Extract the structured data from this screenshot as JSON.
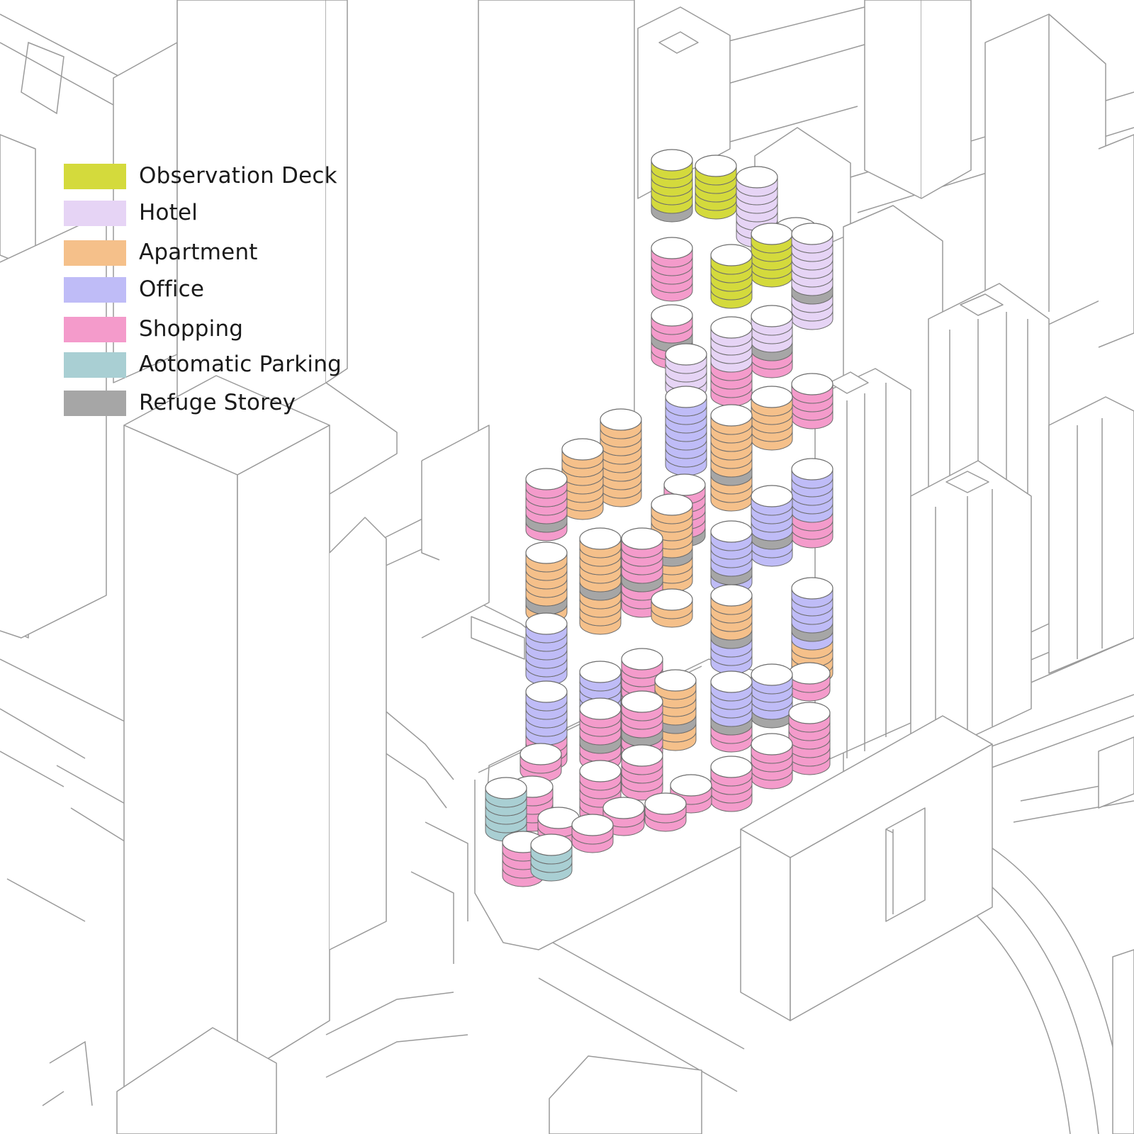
{
  "legend": {
    "items": [
      {
        "label": "Observation Deck",
        "color": "#d4da3c"
      },
      {
        "label": "Hotel",
        "color": "#e6d4f5"
      },
      {
        "label": "Apartment",
        "color": "#f5c08a"
      },
      {
        "label": "Office",
        "color": "#bfbcf7"
      },
      {
        "label": "Shopping",
        "color": "#f49bcb"
      },
      {
        "label": "Aotomatic Parking",
        "color": "#a9cfd3"
      },
      {
        "label": "Refuge Storey",
        "color": "#a6a6a6"
      }
    ]
  },
  "colors": {
    "line": "#9a9a9a",
    "building_fill": "#ffffff",
    "ground": "#ffffff"
  }
}
